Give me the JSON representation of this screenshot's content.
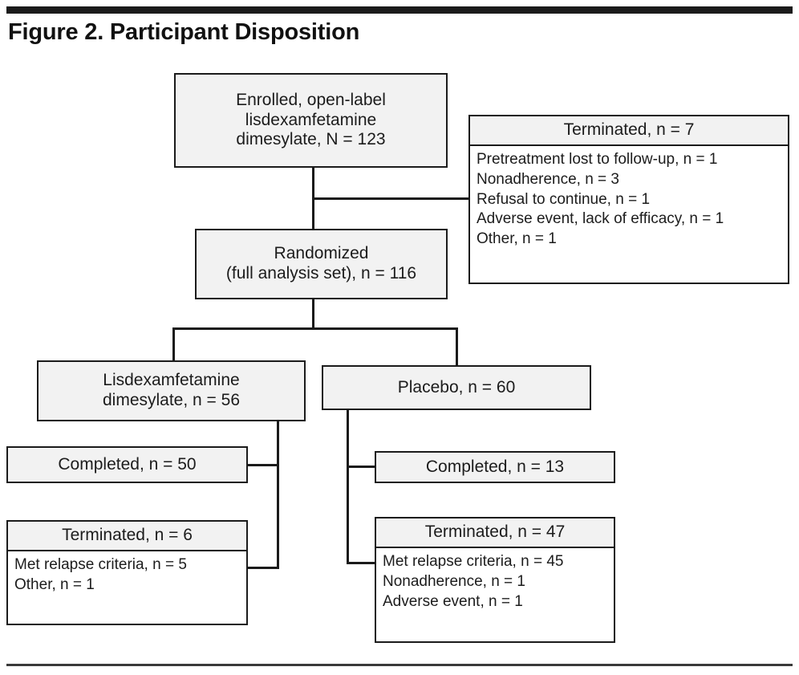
{
  "figure": {
    "title": "Figure 2. Participant Disposition",
    "rule_color": "#1b1b1b",
    "box_fill": "#f2f2f2",
    "box_border": "#1b1b1b",
    "page_background": "#ffffff"
  },
  "nodes": {
    "enrolled": {
      "id": "enrolled",
      "lines": [
        "Enrolled, open-label",
        "lisdexamfetamine",
        "dimesylate, N = 123"
      ]
    },
    "terminated_screening": {
      "id": "terminated-screening",
      "header": "Terminated, n = 7",
      "items": [
        "Pretreatment lost to follow-up, n = 1",
        "Nonadherence, n = 3",
        "Refusal to continue, n = 1",
        "Adverse event, lack of efficacy, n = 1",
        "Other, n = 1"
      ]
    },
    "randomized": {
      "id": "randomized",
      "lines": [
        "Randomized",
        "(full analysis set), n = 116"
      ]
    },
    "arm_lisdex": {
      "id": "arm-lisdexamfetamine",
      "lines": [
        "Lisdexamfetamine",
        "dimesylate, n = 56"
      ]
    },
    "arm_placebo": {
      "id": "arm-placebo",
      "lines": [
        "Placebo, n = 60"
      ]
    },
    "lisdex_completed": {
      "id": "lisdexamfetamine-completed",
      "lines": [
        "Completed, n = 50"
      ]
    },
    "lisdex_terminated": {
      "id": "lisdexamfetamine-terminated",
      "header": "Terminated, n = 6",
      "items": [
        "Met relapse criteria, n = 5",
        "Other, n = 1"
      ]
    },
    "placebo_completed": {
      "id": "placebo-completed",
      "lines": [
        "Completed, n = 13"
      ]
    },
    "placebo_terminated": {
      "id": "placebo-terminated",
      "header": "Terminated, n = 47",
      "items": [
        "Met relapse criteria, n = 45",
        "Nonadherence, n = 1",
        "Adverse event, n = 1"
      ]
    }
  },
  "chart_data": {
    "type": "flowchart",
    "title": "Figure 2. Participant Disposition",
    "flow": [
      {
        "node": "Enrolled, open-label lisdexamfetamine dimesylate",
        "count": 123,
        "count_label": "N = 123"
      },
      {
        "node": "Terminated",
        "count": 7,
        "count_label": "n = 7",
        "reasons": [
          {
            "reason": "Pretreatment lost to follow-up",
            "n": 1
          },
          {
            "reason": "Nonadherence",
            "n": 3
          },
          {
            "reason": "Refusal to continue",
            "n": 1
          },
          {
            "reason": "Adverse event, lack of efficacy",
            "n": 1
          },
          {
            "reason": "Other",
            "n": 1
          }
        ]
      },
      {
        "node": "Randomized (full analysis set)",
        "count": 116,
        "count_label": "n = 116"
      },
      {
        "node": "Lisdexamfetamine dimesylate",
        "count": 56,
        "count_label": "n = 56",
        "children": [
          {
            "node": "Completed",
            "count": 50,
            "count_label": "n = 50"
          },
          {
            "node": "Terminated",
            "count": 6,
            "count_label": "n = 6",
            "reasons": [
              {
                "reason": "Met relapse criteria",
                "n": 5
              },
              {
                "reason": "Other",
                "n": 1
              }
            ]
          }
        ]
      },
      {
        "node": "Placebo",
        "count": 60,
        "count_label": "n = 60",
        "children": [
          {
            "node": "Completed",
            "count": 13,
            "count_label": "n = 13"
          },
          {
            "node": "Terminated",
            "count": 47,
            "count_label": "n = 47",
            "reasons": [
              {
                "reason": "Met relapse criteria",
                "n": 45
              },
              {
                "reason": "Nonadherence",
                "n": 1
              },
              {
                "reason": "Adverse event",
                "n": 1
              }
            ]
          }
        ]
      }
    ]
  }
}
